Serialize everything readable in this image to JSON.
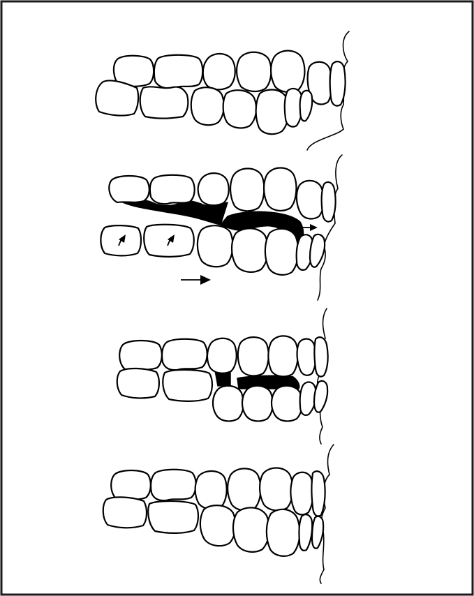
{
  "figure": {
    "panels": [
      {
        "id": "stage-1"
      },
      {
        "id": "stage-2"
      },
      {
        "id": "stage-3"
      },
      {
        "id": "stage-4"
      }
    ],
    "colors": {
      "line": "#000000",
      "fill": "#ffffff",
      "gap": "#000000",
      "frame": "#1a1a1a"
    }
  }
}
